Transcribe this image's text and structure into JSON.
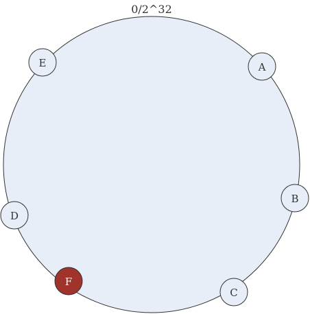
{
  "diagram": {
    "ring": {
      "label": "0/2^32",
      "fill": "#e8eef8",
      "stroke": "#333333"
    },
    "nodes": [
      {
        "id": "A",
        "label": "A",
        "fill": "#e8eef8",
        "text_color": "#333333"
      },
      {
        "id": "B",
        "label": "B",
        "fill": "#e8eef8",
        "text_color": "#333333"
      },
      {
        "id": "C",
        "label": "C",
        "fill": "#e8eef8",
        "text_color": "#333333"
      },
      {
        "id": "D",
        "label": "D",
        "fill": "#e8eef8",
        "text_color": "#333333"
      },
      {
        "id": "E",
        "label": "E",
        "fill": "#e8eef8",
        "text_color": "#333333"
      },
      {
        "id": "F",
        "label": "F",
        "fill": "#a0332c",
        "text_color": "#ffffff"
      }
    ]
  }
}
